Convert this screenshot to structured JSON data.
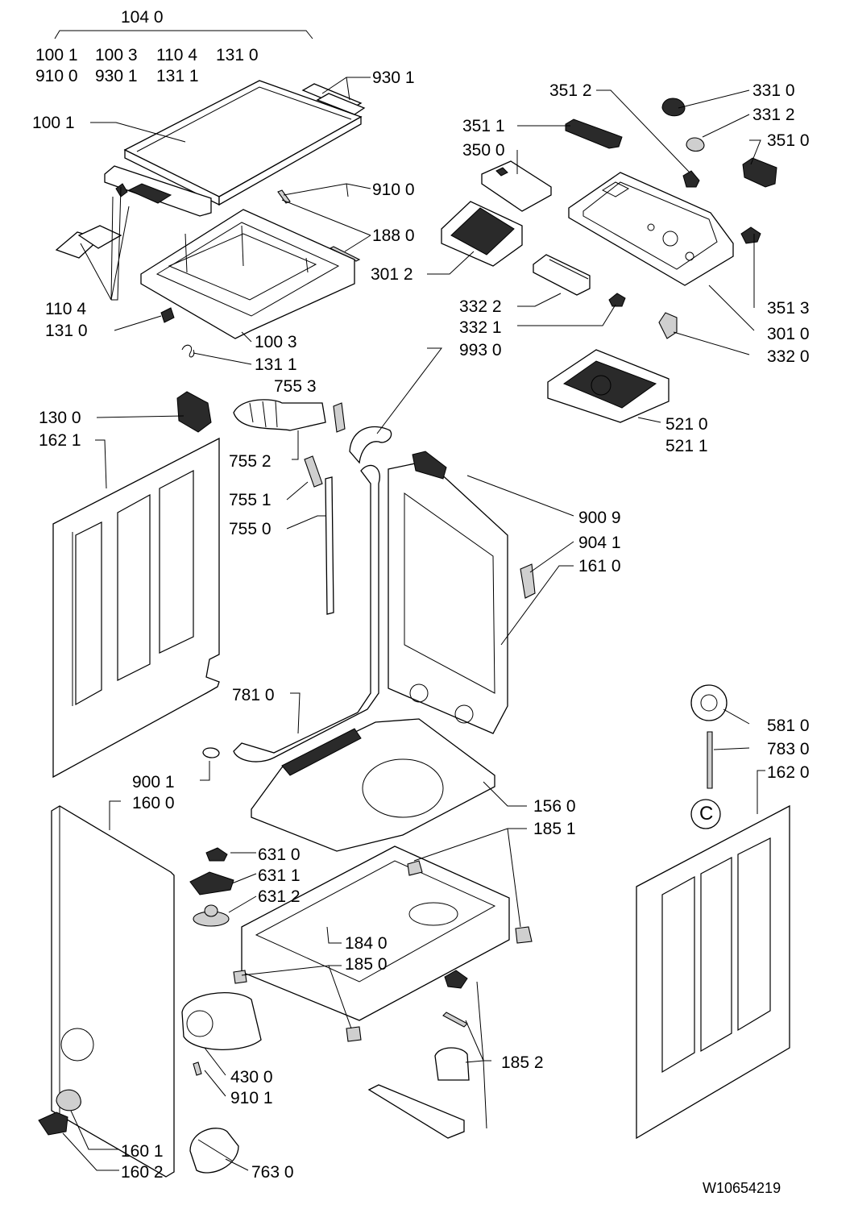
{
  "kit": {
    "title": "104 0",
    "row1": [
      "100 1",
      "100 3",
      "110 4",
      "131 0"
    ],
    "row2": [
      "910 0",
      "930 1",
      "131 1"
    ]
  },
  "labels": {
    "p9301": "930 1",
    "p1001": "100 1",
    "p9100": "910 0",
    "p1880": "188 0",
    "p1104": "110 4",
    "p1310": "131 0",
    "p1003": "100 3",
    "p1311": "131 1",
    "p7553": "755 3",
    "p1300": "130 0",
    "p1621": "162 1",
    "p7552": "755 2",
    "p7551": "755 1",
    "p7550": "755 0",
    "p3512": "351 2",
    "p3310": "331 0",
    "p3312": "331 2",
    "p3511": "351 1",
    "p3510": "351 0",
    "p3500": "350 0",
    "p3012": "301 2",
    "p3322": "332 2",
    "p3321": "332 1",
    "p3513": "351 3",
    "p3010": "301 0",
    "p9930": "993 0",
    "p3320": "332 0",
    "p5210": "521 0",
    "p5211": "521 1",
    "p9009": "900 9",
    "p9041": "904 1",
    "p1610": "161 0",
    "p7810": "781 0",
    "p5810": "581 0",
    "p7830": "783 0",
    "p1620": "162 0",
    "p9001": "900 1",
    "p1600": "160 0",
    "p1560": "156 0",
    "p1851": "185 1",
    "p6310": "631 0",
    "p6311": "631 1",
    "p6312": "631 2",
    "p1840": "184 0",
    "p1850": "185 0",
    "p1852": "185 2",
    "p4300": "430 0",
    "p9101": "910 1",
    "p1601": "160 1",
    "p1602": "160 2",
    "p7630": "763 0",
    "circle_c": "C"
  },
  "document_number": "W10654219"
}
